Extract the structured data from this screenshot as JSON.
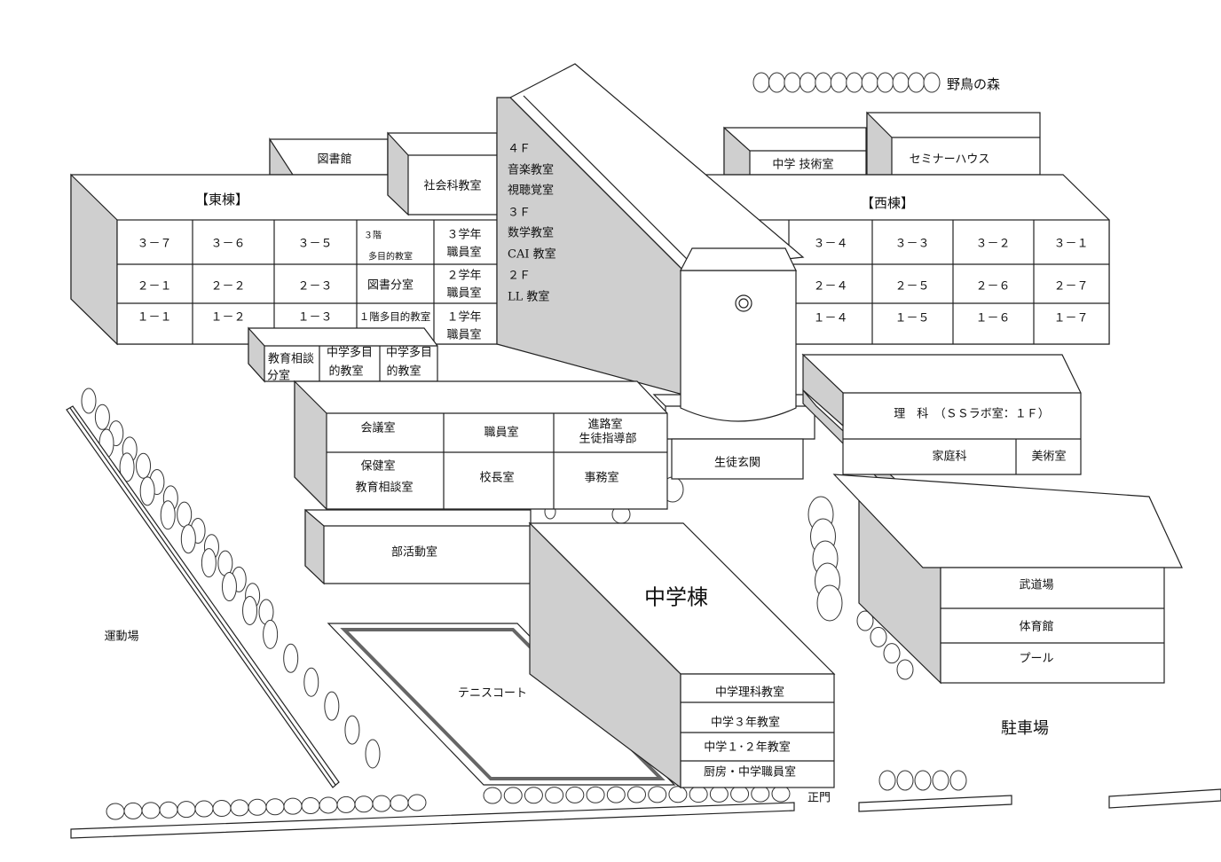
{
  "labels": {
    "forest": "野鳥の森",
    "library": "図書館",
    "social": "社会科教室",
    "east": "【東棟】",
    "west": "【西棟】",
    "tech": "中学 技術室",
    "seminar": "セミナーハウス",
    "playground": "運動場",
    "parking": "駐車場",
    "gate": "正門",
    "jhs": "中学棟",
    "tennis": "テニスコート"
  },
  "center_tower": [
    "４Ｆ",
    "音楽教室",
    "視聴覚室",
    "３Ｆ",
    "数学教室",
    "CAI 教室",
    "２Ｆ",
    "LL 教室"
  ],
  "east_rows": [
    [
      "３－７",
      "３－６",
      "３－５",
      "３階",
      "多目的教室",
      "３学年",
      "職員室"
    ],
    [
      "２－１",
      "２－２",
      "２－３",
      "図書分室",
      "２学年",
      "職員室"
    ],
    [
      "１－１",
      "１－２",
      "１－３",
      "１階多目的教室",
      "１学年",
      "職員室"
    ]
  ],
  "west_rows": [
    [
      "３－４",
      "３－３",
      "３－２",
      "３－１"
    ],
    [
      "２－４",
      "２－５",
      "２－６",
      "２－７"
    ],
    [
      "１－４",
      "１－５",
      "１－６",
      "１－７"
    ]
  ],
  "annex": [
    "教育相談",
    "分室",
    "中学多目",
    "的教室",
    "中学多目",
    "的教室"
  ],
  "admin": [
    "会議室",
    "職員室",
    "進路室",
    "生徒指導部",
    "保健室",
    "教育相談室",
    "校長室",
    "事務室"
  ],
  "entrance": "生徒玄関",
  "club": "部活動室",
  "science": [
    "理　科　（ＳＳラボ室：１Ｆ）",
    "家庭科",
    "美術室"
  ],
  "gym": [
    "武道場",
    "体育館",
    "プール"
  ],
  "jhs_rooms": [
    "中学理科教室",
    "中学３年教室",
    "中学１･２年教室",
    "厨房・中学職員室"
  ]
}
